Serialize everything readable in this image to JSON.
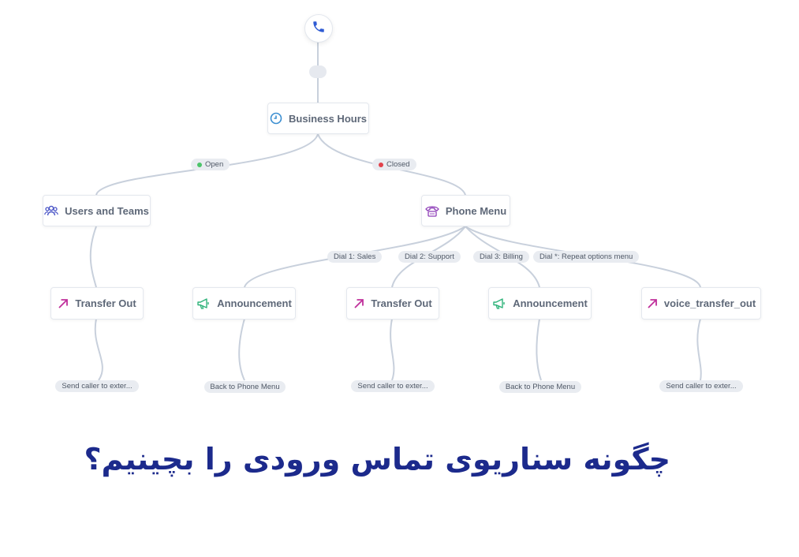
{
  "diagram": {
    "start": {
      "icon": "phone-icon",
      "color": "#2f5bd3"
    },
    "nodes": {
      "business_hours": {
        "label": "Business Hours",
        "icon": "clock-icon"
      },
      "users_teams": {
        "label": "Users and Teams",
        "icon": "users-icon"
      },
      "phone_menu": {
        "label": "Phone Menu",
        "icon": "phone-menu-icon"
      },
      "transfer_out_1": {
        "label": "Transfer Out",
        "icon": "arrow-up-right-icon"
      },
      "announcement_1": {
        "label": "Announcement",
        "icon": "megaphone-icon"
      },
      "transfer_out_2": {
        "label": "Transfer Out",
        "icon": "arrow-up-right-icon"
      },
      "announcement_2": {
        "label": "Announcement",
        "icon": "megaphone-icon"
      },
      "voice_transfer_out": {
        "label": "voice_transfer_out",
        "icon": "arrow-up-right-icon"
      }
    },
    "branch_labels": {
      "open": {
        "text": "Open",
        "color": "#4cc46a"
      },
      "closed": {
        "text": "Closed",
        "color": "#e2424b"
      },
      "dial1": {
        "text": "Dial 1: Sales"
      },
      "dial2": {
        "text": "Dial 2: Support"
      },
      "dial3": {
        "text": "Dial 3: Billing"
      },
      "dialstar": {
        "text": "Dial *: Repeat options menu"
      }
    },
    "leaves": {
      "leaf1": "Send caller to exter...",
      "leaf2": "Back to Phone Menu",
      "leaf3": "Send caller to exter...",
      "leaf4": "Back to Phone Menu",
      "leaf5": "Send caller to exter..."
    },
    "colors": {
      "edge": "#c8d0dc",
      "transfer_icon": "#c0309b",
      "announcement_icon": "#2fb37a",
      "clock_icon": "#3c8fd1",
      "users_icon": "#4a55c7",
      "phone_menu_icon": "#8e3fb8"
    }
  },
  "caption": "چگونه سناریوی تماس ورودی را بچینیم؟"
}
